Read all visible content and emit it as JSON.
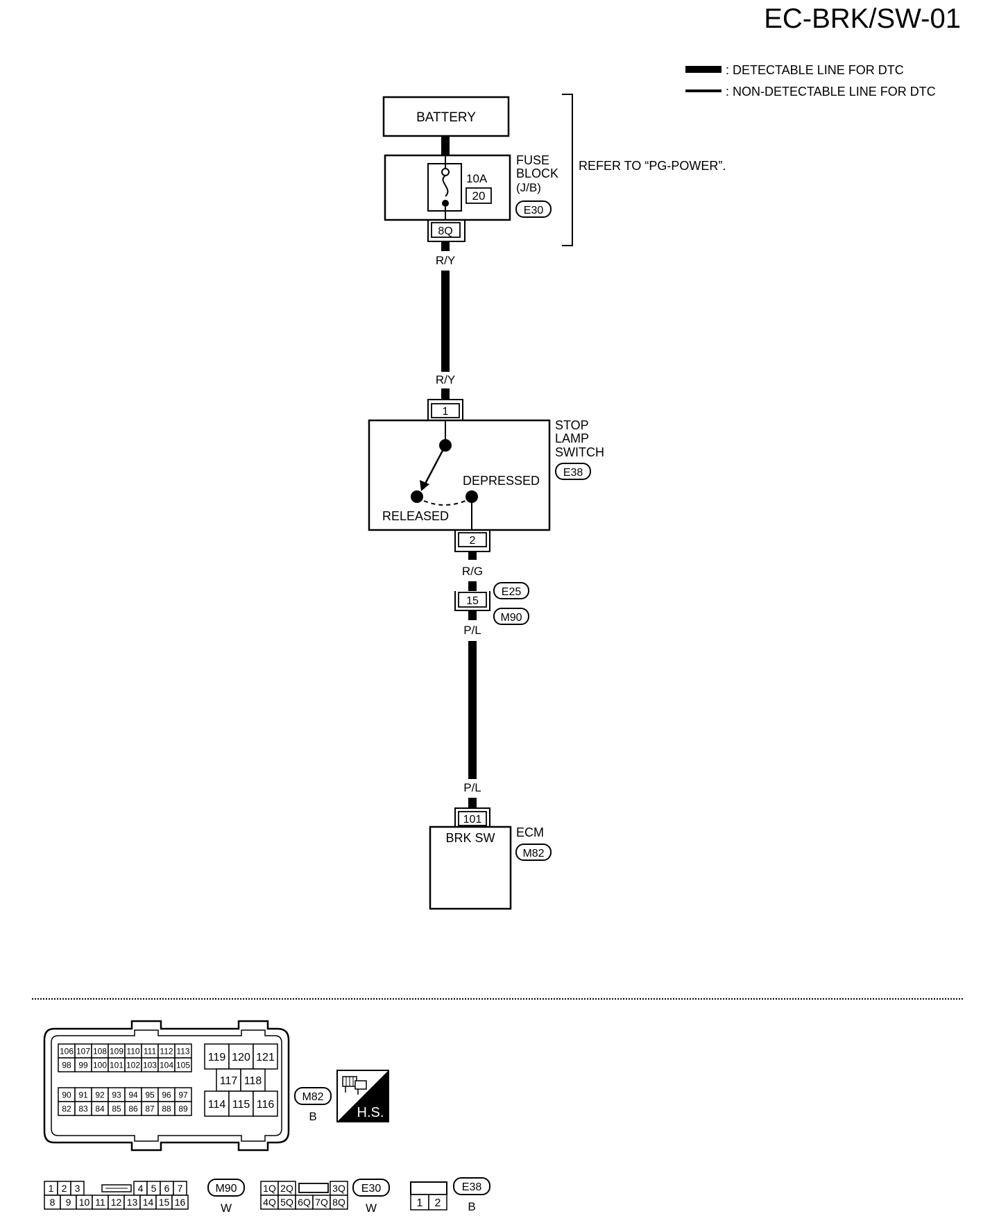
{
  "page_code": "EC-BRK/SW-01",
  "legend": {
    "detectable": ": DETECTABLE LINE FOR DTC",
    "non_detectable": ": NON-DETECTABLE LINE FOR DTC"
  },
  "battery": {
    "label": "BATTERY"
  },
  "fuse_block": {
    "label_line1": "FUSE",
    "label_line2": "BLOCK",
    "label_line3": "(J/B)",
    "rating": "10A",
    "number": "20",
    "connector": "E30",
    "terminal": "8Q"
  },
  "refer_note": "REFER TO “PG-POWER”.",
  "wires": {
    "ry_top": "R/Y",
    "ry_bottom": "R/Y",
    "rg": "R/G",
    "pl_top": "P/L",
    "pl_bottom": "P/L"
  },
  "stop_lamp_switch": {
    "label_line1": "STOP",
    "label_line2": "LAMP",
    "label_line3": "SWITCH",
    "connector": "E38",
    "terminal_in": "1",
    "terminal_out": "2",
    "state_depressed": "DEPRESSED",
    "state_released": "RELEASED"
  },
  "joint_connector": {
    "terminal": "15",
    "connector_a": "E25",
    "connector_b": "M90"
  },
  "ecm": {
    "label": "ECM",
    "connector": "M82",
    "terminal": "101",
    "pin_label": "BRK SW"
  },
  "connector_views": {
    "m82": {
      "code": "M82",
      "color": "B",
      "row1": [
        "106",
        "107",
        "108",
        "109",
        "110",
        "111",
        "112",
        "113"
      ],
      "row2": [
        "98",
        "99",
        "100",
        "101",
        "102",
        "103",
        "104",
        "105"
      ],
      "row3": [
        "90",
        "91",
        "92",
        "93",
        "94",
        "95",
        "96",
        "97"
      ],
      "row4": [
        "82",
        "83",
        "84",
        "85",
        "86",
        "87",
        "88",
        "89"
      ],
      "right_row1": [
        "119",
        "120",
        "121"
      ],
      "right_row2": [
        "117",
        "118"
      ],
      "right_row3": [
        "114",
        "115",
        "116"
      ]
    },
    "hs_badge": "H.S.",
    "m90": {
      "code": "M90",
      "color": "W",
      "row1_left": [
        "1",
        "2",
        "3"
      ],
      "row1_right": [
        "4",
        "5",
        "6",
        "7"
      ],
      "row2": [
        "8",
        "9",
        "10",
        "11",
        "12",
        "13",
        "14",
        "15",
        "16"
      ]
    },
    "e30": {
      "code": "E30",
      "color": "W",
      "row1_left": [
        "1Q",
        "2Q"
      ],
      "row1_right": [
        "3Q"
      ],
      "row2": [
        "4Q",
        "5Q",
        "6Q",
        "7Q",
        "8Q"
      ]
    },
    "e38": {
      "code": "E38",
      "color": "B",
      "pins": [
        "1",
        "2"
      ]
    }
  }
}
